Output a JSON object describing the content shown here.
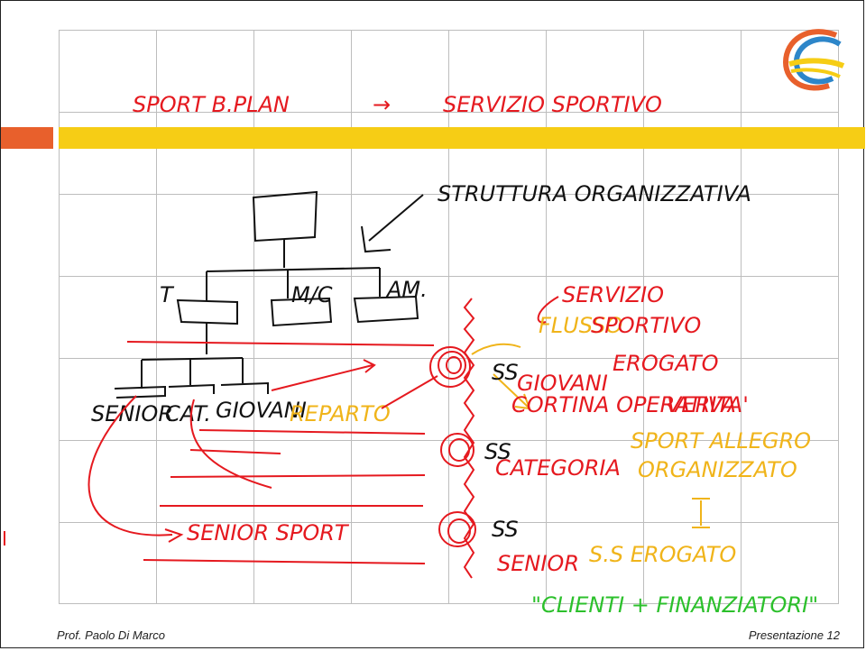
{
  "slide": {
    "footer_left": "Prof. Paolo Di Marco",
    "footer_right": "Presentazione 12"
  },
  "handwriting": {
    "title_left": "SPORT B.PLAN",
    "title_arrow": "→",
    "title_right": "SERVIZIO SPORTIVO",
    "struttura": "STRUTTURA ORGANIZZATIVA",
    "org_t": "T",
    "org_mc": "M/C",
    "org_am": "AM.",
    "label_senior": "SENIOR",
    "label_cat": "CAT.",
    "label_giovani": "GIOVANI",
    "label_reparto": "REPARTO",
    "servizio": "SERVIZIO",
    "sportivo": "SPORTIVO",
    "erogato": "EROGATO",
    "ss_1": "SS",
    "ss_1_sub": "GIOVANI",
    "ss_2": "SS",
    "ss_2_sub": "CATEGORIA",
    "ss_3": "SS",
    "ss_3_sub": "SENIOR",
    "hierarchy_note": "FLUSSO",
    "cortina": "CORTINA OPERATIVA",
    "verita": "VERITA'",
    "sport_allegro": "SPORT ALLEGRO",
    "organizzato": "ORGANIZZATO",
    "ss_erogato": "S.S EROGATO",
    "senior_sport": "SENIOR SPORT",
    "clienti": "\"CLIENTI + FINANZIATORI\""
  },
  "colors": {
    "accent_orange": "#e8602c",
    "accent_yellow": "#f6cd15",
    "ink_red": "#e5191f",
    "ink_yellow": "#f0b41a",
    "ink_green": "#2cc02c",
    "ink_black": "#111111"
  }
}
